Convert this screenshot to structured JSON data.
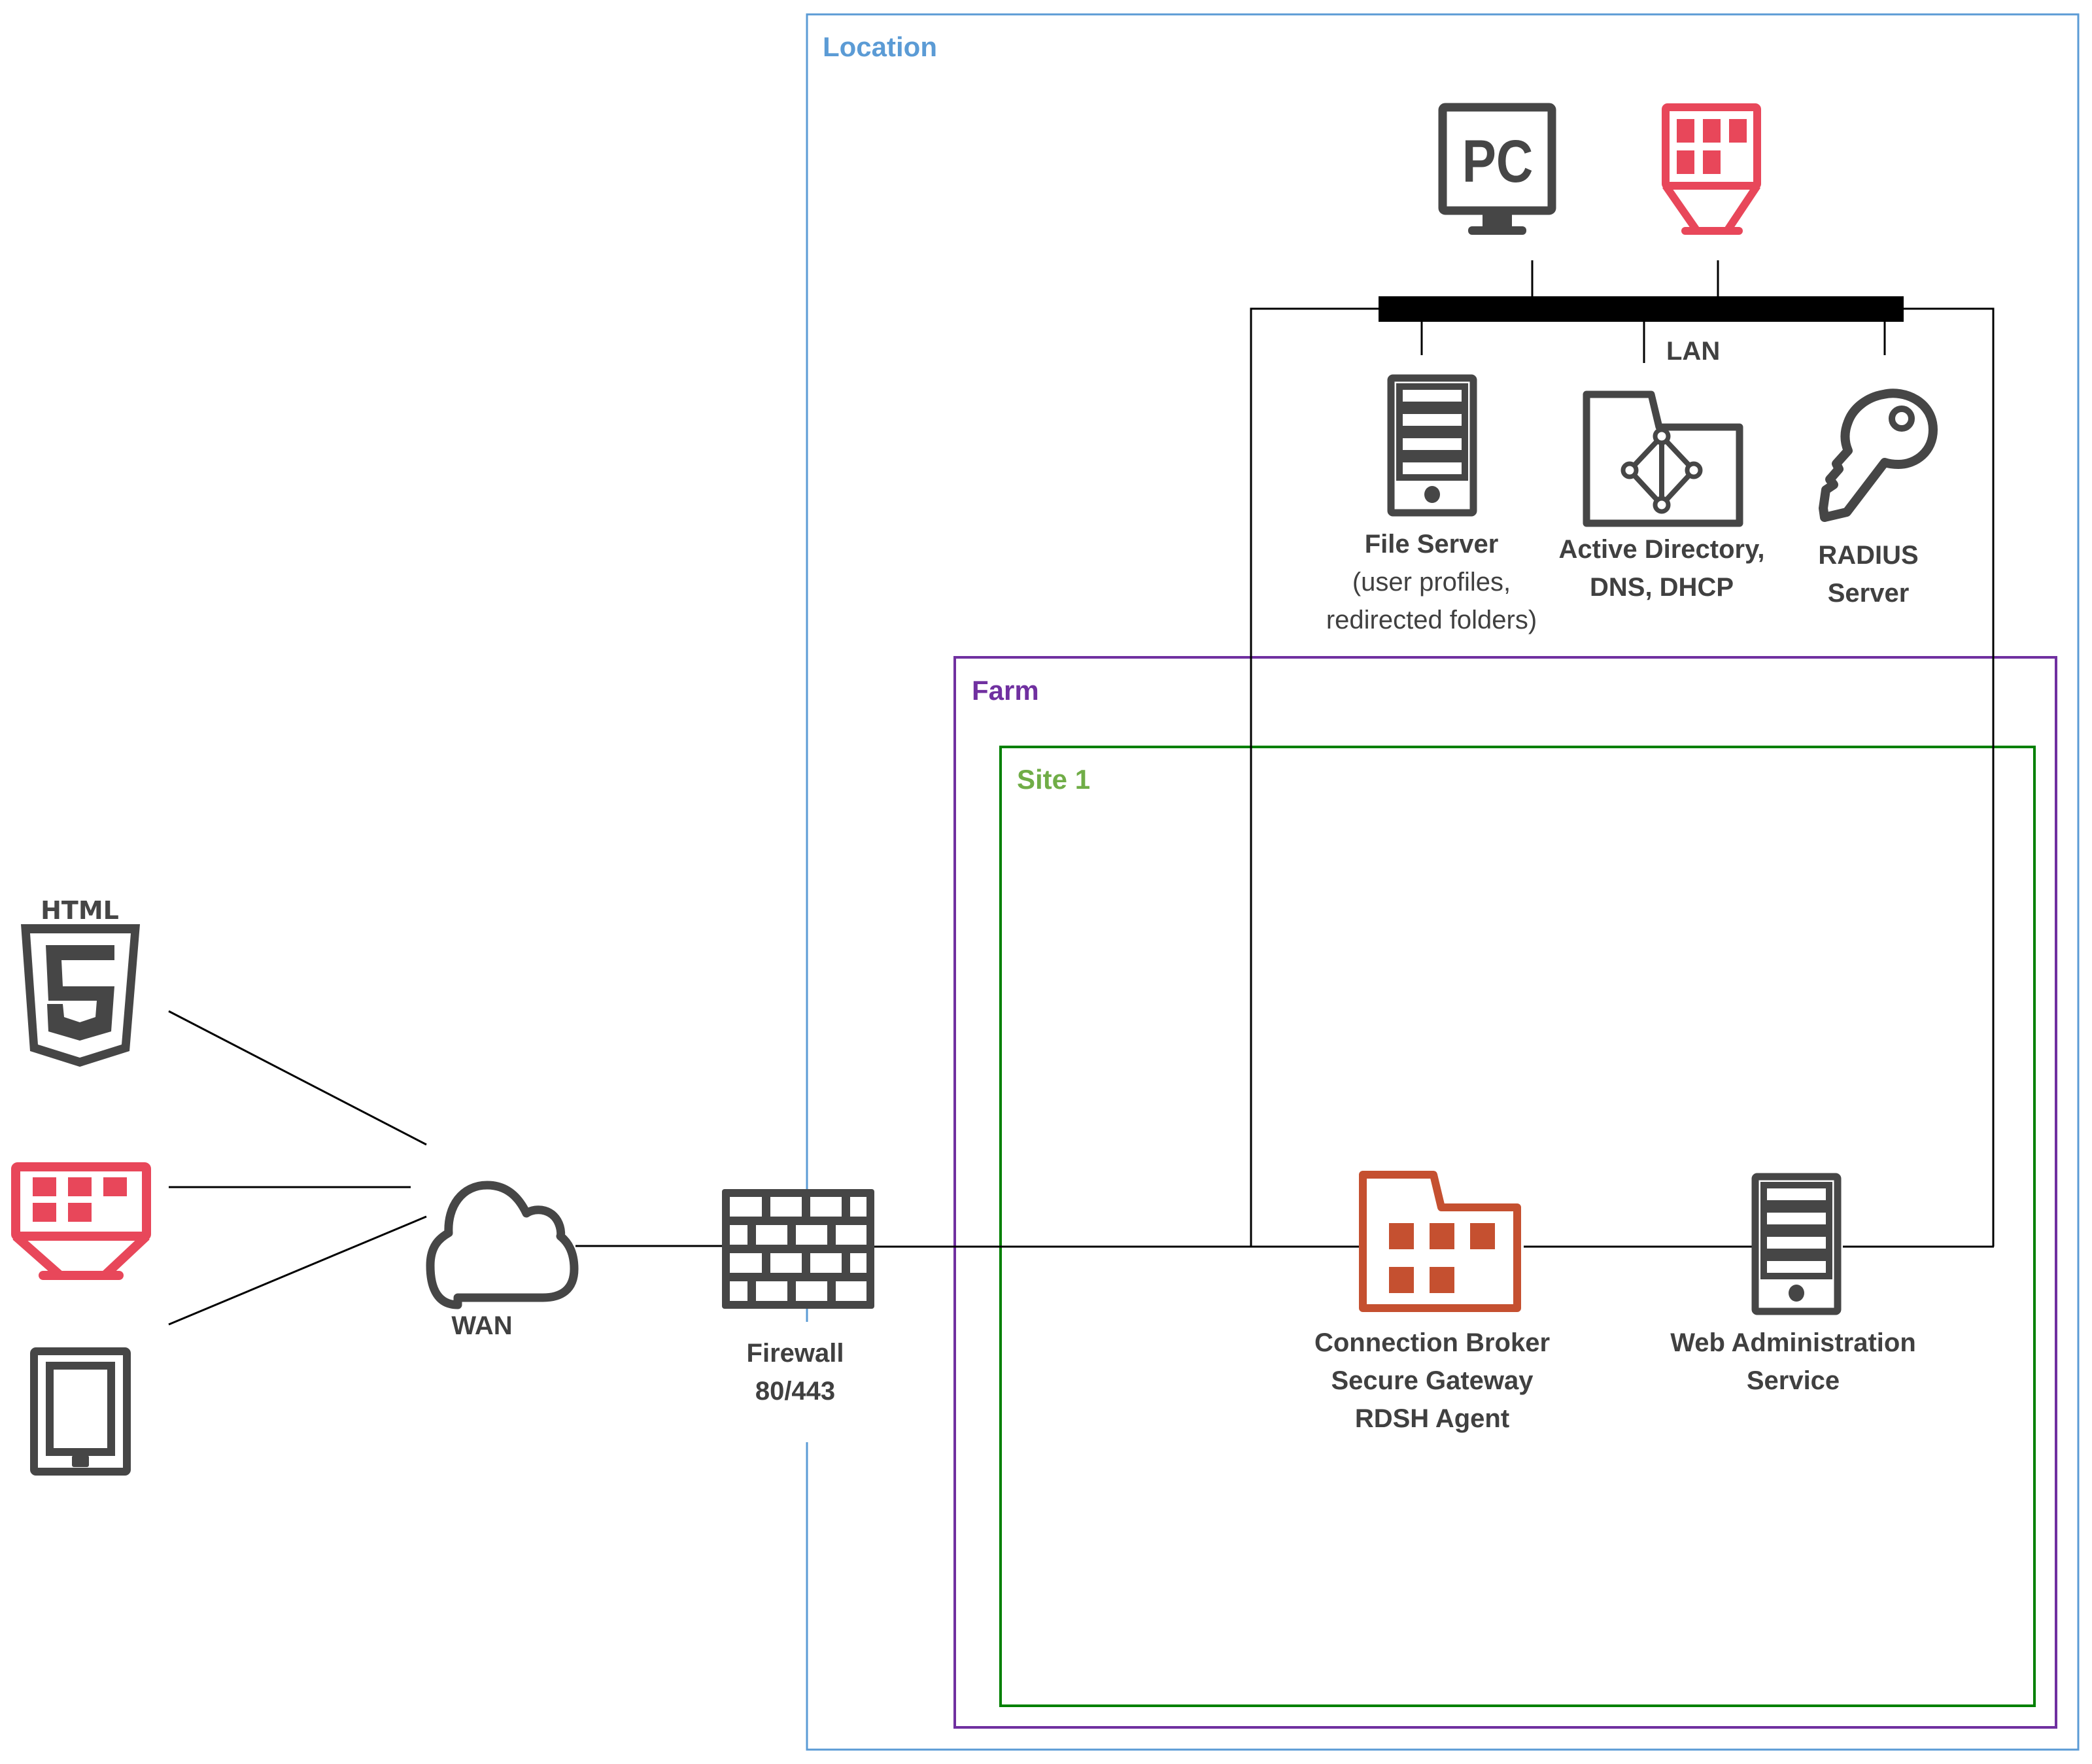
{
  "colors": {
    "location": "#5b9bd5",
    "farm": "#7030a0",
    "site": "#008000",
    "site_label": "#70ad47",
    "icon_dark": "#464646",
    "icon_red": "#e8475a",
    "icon_orange": "#c55030",
    "wire": "#000000",
    "text": "#404040"
  },
  "zones": {
    "location": {
      "label": "Location"
    },
    "farm": {
      "label": "Farm"
    },
    "site": {
      "label": "Site 1"
    }
  },
  "clients": [
    {
      "name": "HTML5 browser",
      "icon": "html5-icon",
      "badge_text": "HTML",
      "digit": "5"
    },
    {
      "name": "Windows client",
      "icon": "remote-app-client-icon"
    },
    {
      "name": "Tablet / mobile",
      "icon": "tablet-icon"
    }
  ],
  "nodes": {
    "wan": {
      "label": "WAN",
      "icon": "cloud-icon"
    },
    "firewall": {
      "label_line1": "Firewall",
      "label_line2": "80/443",
      "icon": "firewall-icon"
    },
    "lan": {
      "label": "LAN"
    },
    "pc": {
      "icon": "pc-monitor-icon",
      "screen_text": "PC"
    },
    "lan_client": {
      "icon": "remote-app-client-icon"
    },
    "file_server": {
      "icon": "server-tower-icon",
      "label_line1": "File Server",
      "label_line2": "(user profiles,",
      "label_line3": "redirected folders)"
    },
    "active_directory": {
      "icon": "directory-folder-icon",
      "label_line1": "Active Directory,",
      "label_line2": "DNS, DHCP"
    },
    "radius": {
      "icon": "key-icon",
      "label_line1": "RADIUS",
      "label_line2": "Server"
    },
    "connection_broker": {
      "icon": "application-folder-icon",
      "label_line1": "Connection Broker",
      "label_line2": "Secure Gateway",
      "label_line3": "RDSH Agent"
    },
    "web_admin": {
      "icon": "server-tower-icon",
      "label_line1": "Web Administration",
      "label_line2": "Service"
    }
  }
}
